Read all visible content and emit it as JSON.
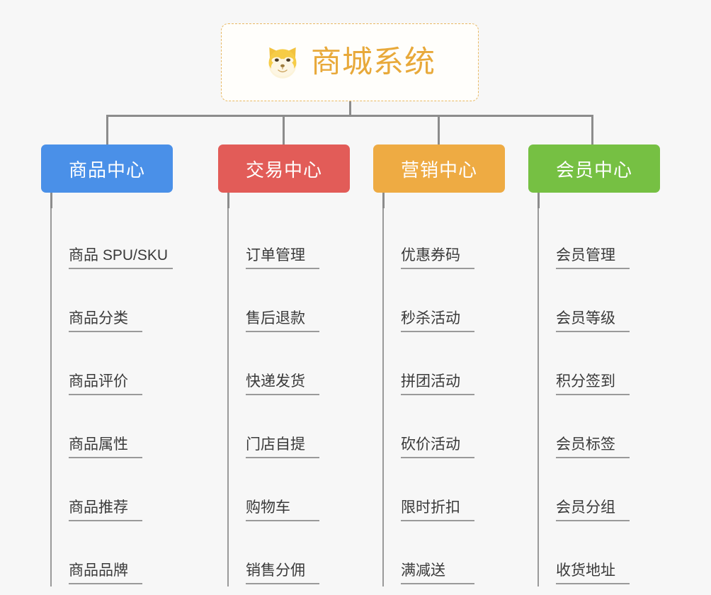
{
  "root": {
    "title": "商城系统",
    "icon": "shiba-dog-face-icon",
    "border_color": "#e8b964",
    "text_color": "#e8a93a"
  },
  "connector_color": "#8c8c8c",
  "background_color": "#f7f7f7",
  "columns": [
    {
      "title": "商品中心",
      "color": "#4a90e8",
      "items": [
        "商品 SPU/SKU",
        "商品分类",
        "商品评价",
        "商品属性",
        "商品推荐",
        "商品品牌"
      ]
    },
    {
      "title": "交易中心",
      "color": "#e25c58",
      "items": [
        "订单管理",
        "售后退款",
        "快递发货",
        "门店自提",
        "购物车",
        "销售分佣"
      ]
    },
    {
      "title": "营销中心",
      "color": "#eeab43",
      "items": [
        "优惠券码",
        "秒杀活动",
        "拼团活动",
        "砍价活动",
        "限时折扣",
        "满减送"
      ]
    },
    {
      "title": "会员中心",
      "color": "#76c043",
      "items": [
        "会员管理",
        "会员等级",
        "积分签到",
        "会员标签",
        "会员分组",
        "收货地址"
      ]
    }
  ]
}
